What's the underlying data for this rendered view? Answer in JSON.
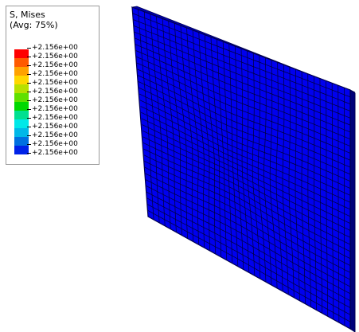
{
  "legend": {
    "title": "S, Mises",
    "subtitle": "(Avg: 75%)",
    "colors": [
      "#ff0000",
      "#ff5a00",
      "#ffa200",
      "#ffd700",
      "#b8e000",
      "#60e000",
      "#00d800",
      "#00e090",
      "#00e8e8",
      "#00b8e8",
      "#0070e0",
      "#0022e8"
    ],
    "ticks": [
      "+2.156e+00",
      "+2.156e+00",
      "+2.156e+00",
      "+2.156e+00",
      "+2.156e+00",
      "+2.156e+00",
      "+2.156e+00",
      "+2.156e+00",
      "+2.156e+00",
      "+2.156e+00",
      "+2.156e+00",
      "+2.156e+00",
      "+2.156e+00"
    ]
  },
  "model": {
    "fill_color": "#0000ee",
    "mesh_line_color": "#000033",
    "edge_color": "#000050"
  }
}
